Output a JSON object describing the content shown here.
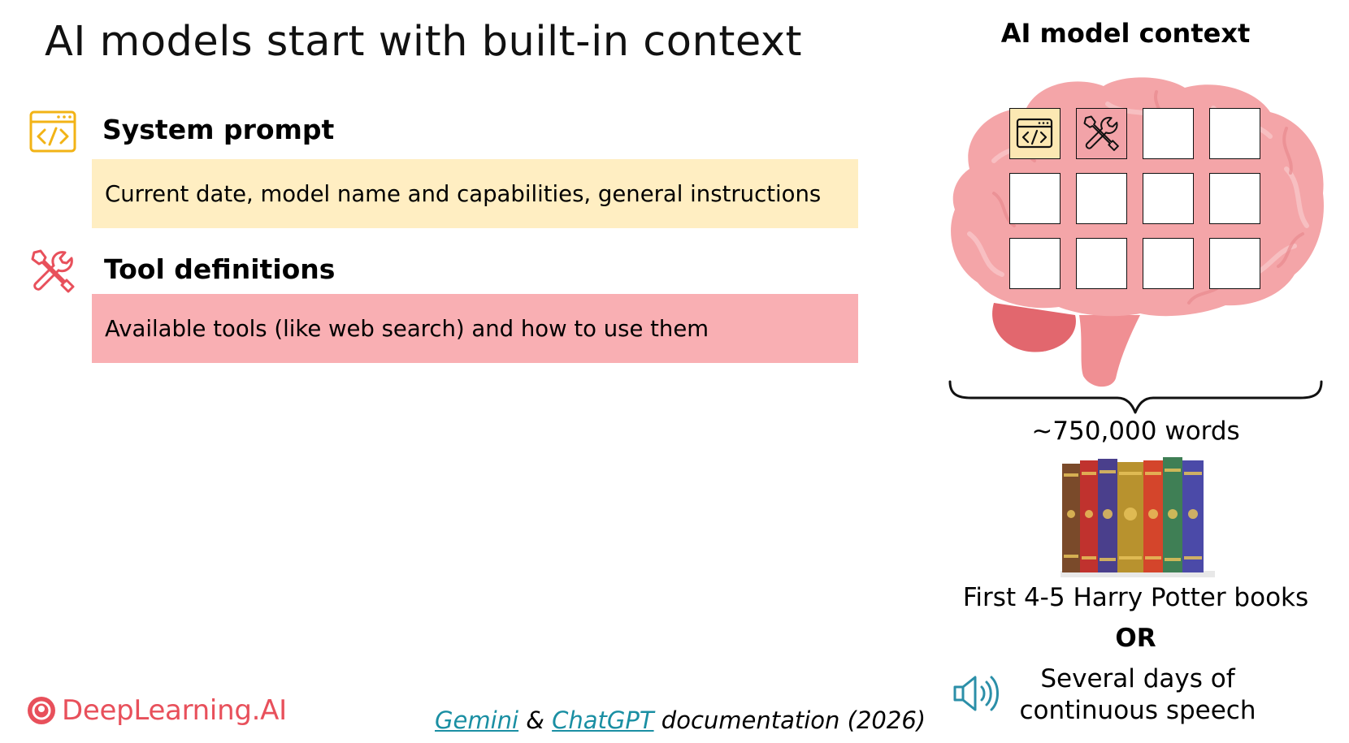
{
  "slide": {
    "title": "AI models start with built-in context"
  },
  "sections": [
    {
      "heading": "System prompt",
      "description": "Current date, model name and capabilities, general instructions",
      "icon": "code-window-icon",
      "color": "#FFEEC2",
      "icon_color": "#F2B316"
    },
    {
      "heading": "Tool definitions",
      "description": "Available tools (like web search) and how to use them",
      "icon": "tools-icon",
      "color": "#F9AFB3",
      "icon_color": "#E8505B"
    }
  ],
  "context_panel": {
    "title": "AI model context",
    "grid": {
      "rows": 3,
      "cols": 4,
      "filled_cells": [
        "code-window-icon",
        "tools-icon"
      ]
    },
    "word_count": "~750,000 words",
    "books_caption": "First 4-5 Harry Potter books",
    "or_label": "OR",
    "speech_line1": "Several days of",
    "speech_line2": "continuous speech"
  },
  "footer": {
    "logo": "DeepLearning.AI",
    "citation_link1": "Gemini",
    "citation_amp": " & ",
    "citation_link2": "ChatGPT",
    "citation_rest": " documentation (2026)"
  },
  "colors": {
    "brand": "#E8505B",
    "link": "#1a8fa3",
    "brain": "#F4A5A8"
  }
}
